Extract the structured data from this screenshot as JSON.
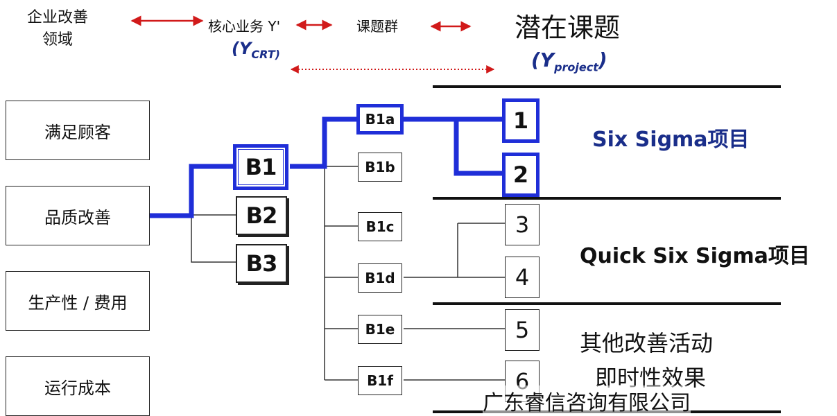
{
  "header": {
    "domain_line1": "企业改善",
    "domain_line2": "领域",
    "core_business": "核心业务 Y'",
    "core_sub_main": "(Y",
    "core_sub_small": "CRT)",
    "topic_group": "课题群",
    "potential": "潜在课题",
    "potential_sub_main": "(Y",
    "potential_sub_small": "project",
    "potential_sub_close": ")"
  },
  "areas": [
    "满足顾客",
    "品质改善",
    "生产性 / 费用",
    "运行成本"
  ],
  "groups": [
    "B1",
    "B2",
    "B3"
  ],
  "subgroups": [
    "B1a",
    "B1b",
    "B1c",
    "B1d",
    "B1e",
    "B1f"
  ],
  "projects": [
    "1",
    "2",
    "3",
    "4",
    "5",
    "6"
  ],
  "categories": {
    "six_sigma": "Six Sigma项目",
    "quick_six_sigma": "Quick Six Sigma项目",
    "other_line1": "其他改善活动",
    "other_line2": "即时性效果"
  },
  "watermark": "广东睿信咨询有限公司",
  "colors": {
    "highlight": "#1f2ed8",
    "arrow": "#d11a1a",
    "category_blue": "#1a2e8a"
  }
}
